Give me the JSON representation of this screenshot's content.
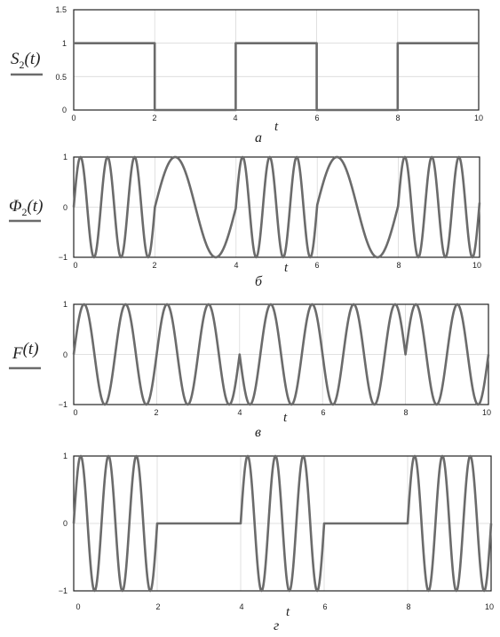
{
  "chart_data": [
    {
      "type": "line",
      "panel_caption": "а",
      "ylabel": "S₂(t)",
      "ylabel_main": "S",
      "ylabel_sub": "2",
      "ylabel_arg": "(t)",
      "xlabel": "t",
      "xlim": [
        0,
        10
      ],
      "ylim": [
        0,
        1.5
      ],
      "xticks": [
        0,
        2,
        4,
        6,
        8,
        10
      ],
      "yticks": [
        0,
        0.5,
        1,
        1.5
      ],
      "xtick_labels": [
        "0",
        "2",
        "4",
        "6",
        "8",
        "10"
      ],
      "ytick_labels": [
        "0",
        "0.5",
        "1",
        "1.5"
      ],
      "grid": true,
      "series": [
        {
          "kind": "step",
          "x": [
            0,
            2,
            2,
            4,
            4,
            6,
            6,
            8,
            8,
            10
          ],
          "y": [
            1,
            1,
            0,
            0,
            1,
            1,
            0,
            0,
            1,
            1
          ]
        }
      ]
    },
    {
      "type": "line",
      "panel_caption": "б",
      "ylabel": "Φ₂(t)",
      "ylabel_main": "Φ",
      "ylabel_sub": "2",
      "ylabel_arg": "(t)",
      "xlabel": "t",
      "xlim": [
        0,
        10
      ],
      "ylim": [
        -1,
        1
      ],
      "xticks": [
        0,
        2,
        4,
        6,
        8,
        10
      ],
      "yticks": [
        -1,
        0,
        1
      ],
      "xtick_labels": [
        "0",
        "2",
        "4",
        "6",
        "8",
        "10"
      ],
      "ytick_labels": [
        "−1",
        "0",
        "1"
      ],
      "grid": true,
      "series": [
        {
          "kind": "fsk",
          "f_high": 1.5,
          "f_low": 0.5,
          "high_when": [
            [
              0,
              2
            ],
            [
              4,
              6
            ],
            [
              8,
              10
            ]
          ]
        }
      ]
    },
    {
      "type": "line",
      "panel_caption": "в",
      "ylabel": "F(t)",
      "ylabel_main": "F",
      "ylabel_sub": "",
      "ylabel_arg": "(t)",
      "xlabel": "t",
      "xlim": [
        0,
        10
      ],
      "ylim": [
        -1,
        1
      ],
      "xticks": [
        0,
        2,
        4,
        6,
        8,
        10
      ],
      "yticks": [
        -1,
        0,
        1
      ],
      "xtick_labels": [
        "0",
        "2",
        "4",
        "6",
        "8",
        "10"
      ],
      "ytick_labels": [
        "−1",
        "0",
        "1"
      ],
      "grid": true,
      "series": [
        {
          "kind": "psk",
          "f": 1.0,
          "invert_when": [
            [
              4,
              8
            ]
          ]
        }
      ]
    },
    {
      "type": "line",
      "panel_caption": "г",
      "ylabel": "",
      "ylabel_main": "",
      "ylabel_sub": "",
      "ylabel_arg": "",
      "xlabel": "t",
      "xlim": [
        0,
        10
      ],
      "ylim": [
        -1,
        1
      ],
      "xticks": [
        0,
        2,
        4,
        6,
        8,
        10
      ],
      "yticks": [
        -1,
        0,
        1
      ],
      "xtick_labels": [
        "0",
        "2",
        "4",
        "6",
        "8",
        "10"
      ],
      "ytick_labels": [
        "−1",
        "0",
        "1"
      ],
      "grid": true,
      "series": [
        {
          "kind": "ask",
          "f": 1.5,
          "on_when": [
            [
              0,
              2
            ],
            [
              4,
              6
            ],
            [
              8,
              10
            ]
          ]
        }
      ]
    }
  ]
}
